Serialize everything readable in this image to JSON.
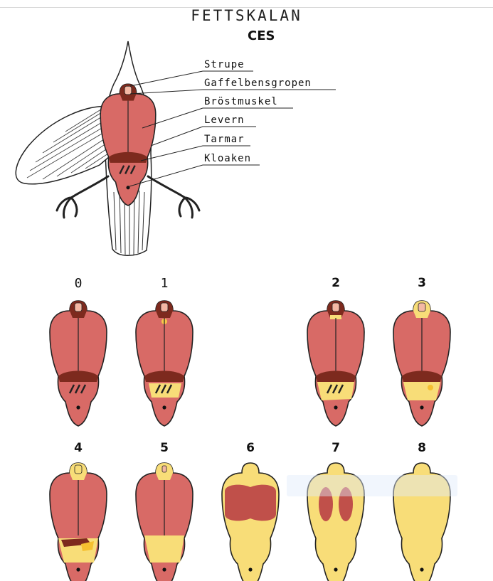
{
  "title": "FETTSKALAN",
  "subtitle": "CES",
  "anatomy_labels": [
    "Strupe",
    "Gaffelbensgropen",
    "Bröstmuskel",
    "Levern",
    "Tarmar",
    "Kloaken"
  ],
  "scale_numbers": [
    "0",
    "1",
    "2",
    "3",
    "4",
    "5",
    "6",
    "7",
    "8"
  ],
  "colors": {
    "muscle": "#d86a66",
    "dark_organ": "#7d2a1e",
    "fat": "#f8dd78",
    "throat": "#f4b8a4",
    "outline": "#222222"
  }
}
